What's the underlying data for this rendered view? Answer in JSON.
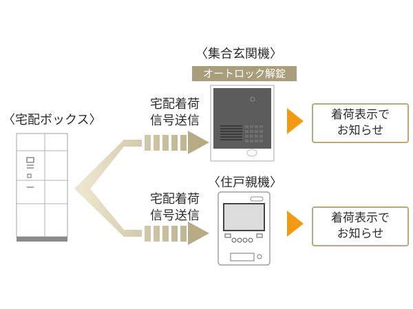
{
  "devices": {
    "delivery_box": {
      "label": "〈宅配ボックス〉"
    },
    "entrance_unit": {
      "label": "〈集合玄関機〉",
      "badge": "オートロック解錠"
    },
    "monitor_unit": {
      "label": "〈住戸親機〉"
    }
  },
  "signals": {
    "upper": {
      "line1": "宅配着荷",
      "line2": "信号送信"
    },
    "lower": {
      "line1": "宅配着荷",
      "line2": "信号送信"
    }
  },
  "notifications": {
    "upper": {
      "line1": "着荷表示で",
      "line2": "お知らせ"
    },
    "lower": {
      "line1": "着荷表示で",
      "line2": "お知らせ"
    }
  },
  "colors": {
    "arrow_gradient_start": "#ede6cf",
    "arrow_gradient_end": "#b6ab85",
    "notice_arrow": "#f29a14",
    "notice_border": "#b8a97a",
    "badge": "#a99e7c",
    "entrance_panel": "#5c5c5c"
  }
}
